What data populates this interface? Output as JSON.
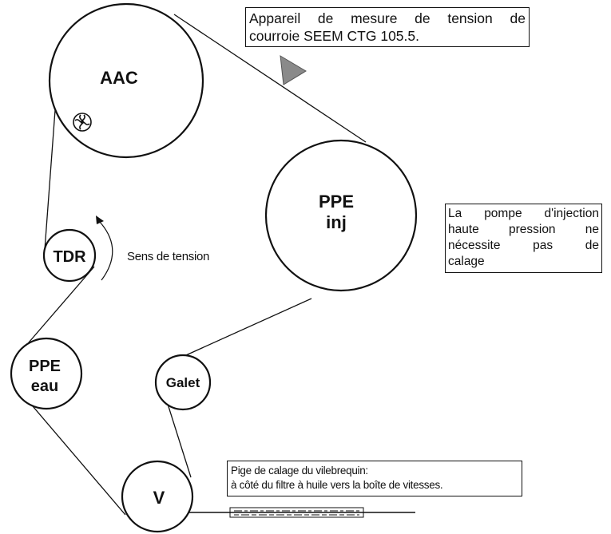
{
  "pulleys": {
    "aac": "AAC",
    "ppe_inj": [
      "PPE",
      "inj"
    ],
    "tdr": "TDR",
    "ppe_eau": [
      "PPE",
      "eau"
    ],
    "galet": "Galet",
    "v": "V"
  },
  "labels": {
    "sens_tension": "Sens de tension"
  },
  "notes": {
    "seem": {
      "line1_words": [
        "Appareil",
        "de",
        "mesure",
        "de",
        "tension",
        "de"
      ],
      "line2": "courroie SEEM CTG 105.5."
    },
    "pompe": {
      "lines_justified": [
        [
          "La",
          "pompe",
          "d'injection"
        ],
        [
          "haute",
          "pression",
          "ne"
        ],
        [
          "nécessite",
          "pas",
          "de"
        ]
      ],
      "last_line": "calage"
    },
    "pige": {
      "line1": "Pige de calage du vilebrequin:",
      "line2": "à côté du filtre à huile vers la boîte de vitesses."
    }
  },
  "colors": {
    "stroke": "#111111",
    "marker": "#8a8a8a",
    "background": "#ffffff"
  }
}
